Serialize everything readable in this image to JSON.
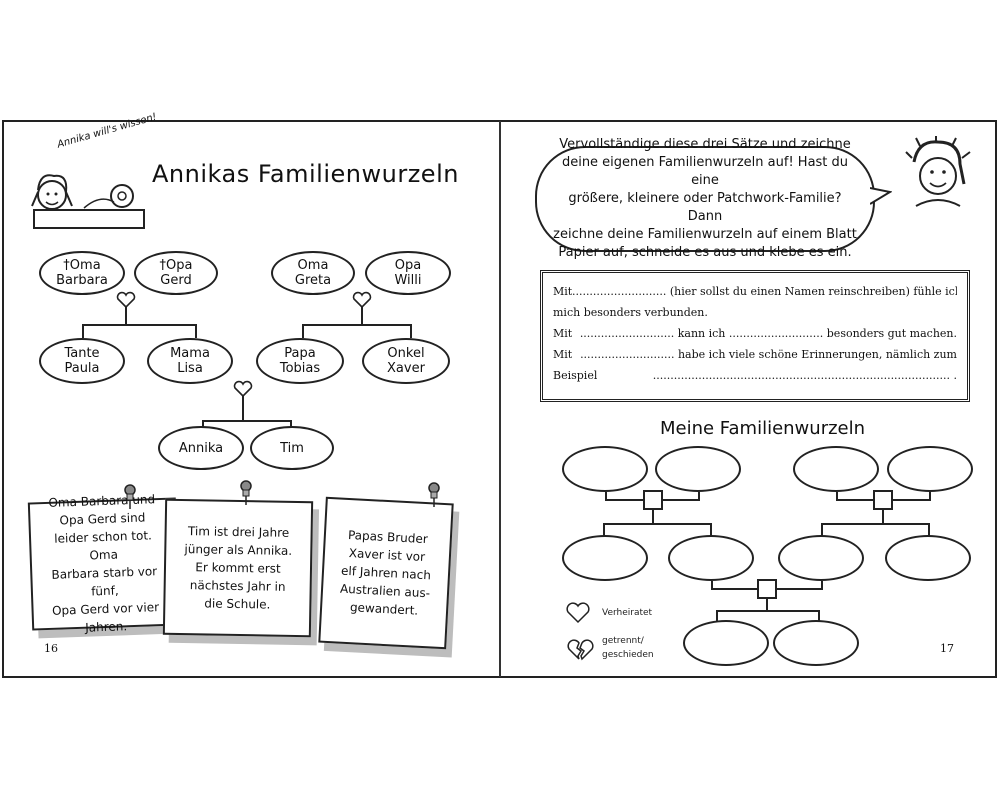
{
  "left_page": {
    "annika_says": "Annika will's wissen!",
    "title": "Annikas Familienwurzeln",
    "tree": {
      "grandparents_1": [
        "†Oma\nBarbara",
        "†Opa\nGerd"
      ],
      "grandparents_2": [
        "Oma\nGreta",
        "Opa\nWilli"
      ],
      "parents_row": [
        "Tante\nPaula",
        "Mama\nLisa",
        "Papa\nTobias",
        "Onkel\nXaver"
      ],
      "children": [
        "Annika",
        "Tim"
      ]
    },
    "notes": [
      "Oma Barbara und\nOpa Gerd sind\nleider schon tot. Oma\nBarbara starb vor fünf,\nOpa Gerd vor vier Jahren.",
      "Tim ist drei Jahre\njünger als Annika.\nEr kommt erst\nnächstes Jahr in\ndie Schule.",
      "Papas Bruder\nXaver ist vor\nelf Jahren nach\nAustralien aus-\ngewandert."
    ],
    "page_number": "16"
  },
  "right_page": {
    "bubble_text": "Vervollständige diese drei Sätze und zeichne\ndeine eigenen Familienwurzeln auf! Hast du eine\ngrößere, kleinere oder Patchwork-Familie? Dann\nzeichne deine Familienwurzeln auf einem Blatt\nPapier auf, schneide es aus und klebe es ein.",
    "sentences": [
      [
        "Mit",
        "........................... (hier sollst du einen Namen reinschreiben) fühle ich"
      ],
      [
        "mich besonders verbunden.",
        ""
      ],
      [
        "Mit",
        "........................... kann ich ........................... besonders gut machen."
      ],
      [
        "Mit",
        "........................... habe ich viele schöne Erinnerungen, nämlich zum"
      ],
      [
        "Beispiel",
        "..................................................................................... ."
      ]
    ],
    "subtitle": "Meine Familienwurzeln",
    "legend": {
      "married": "Verheiratet",
      "separated": "getrennt/\ngeschieden"
    },
    "page_number": "17"
  }
}
